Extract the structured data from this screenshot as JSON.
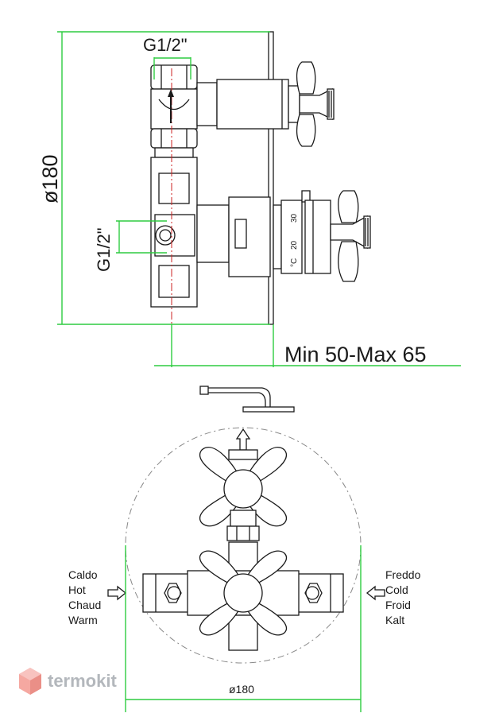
{
  "dimensions": {
    "thread_top": "G1/2\"",
    "thread_side": "G1/2\"",
    "height": "ø180",
    "depth": "Min 50-Max 65",
    "diameter": "ø180"
  },
  "thermostat_scale": [
    "30",
    "20",
    "°C"
  ],
  "inlet_hot": [
    "Caldo",
    "Hot",
    "Chaud",
    "Warm"
  ],
  "inlet_cold": [
    "Freddo",
    "Cold",
    "Froid",
    "Kalt"
  ],
  "watermark": "termokit",
  "colors": {
    "dimension_lines": "#2ecc40",
    "axis_lines": "#cc2222",
    "drawing": "#1a1a1a",
    "watermark": "#9aa0a6"
  }
}
